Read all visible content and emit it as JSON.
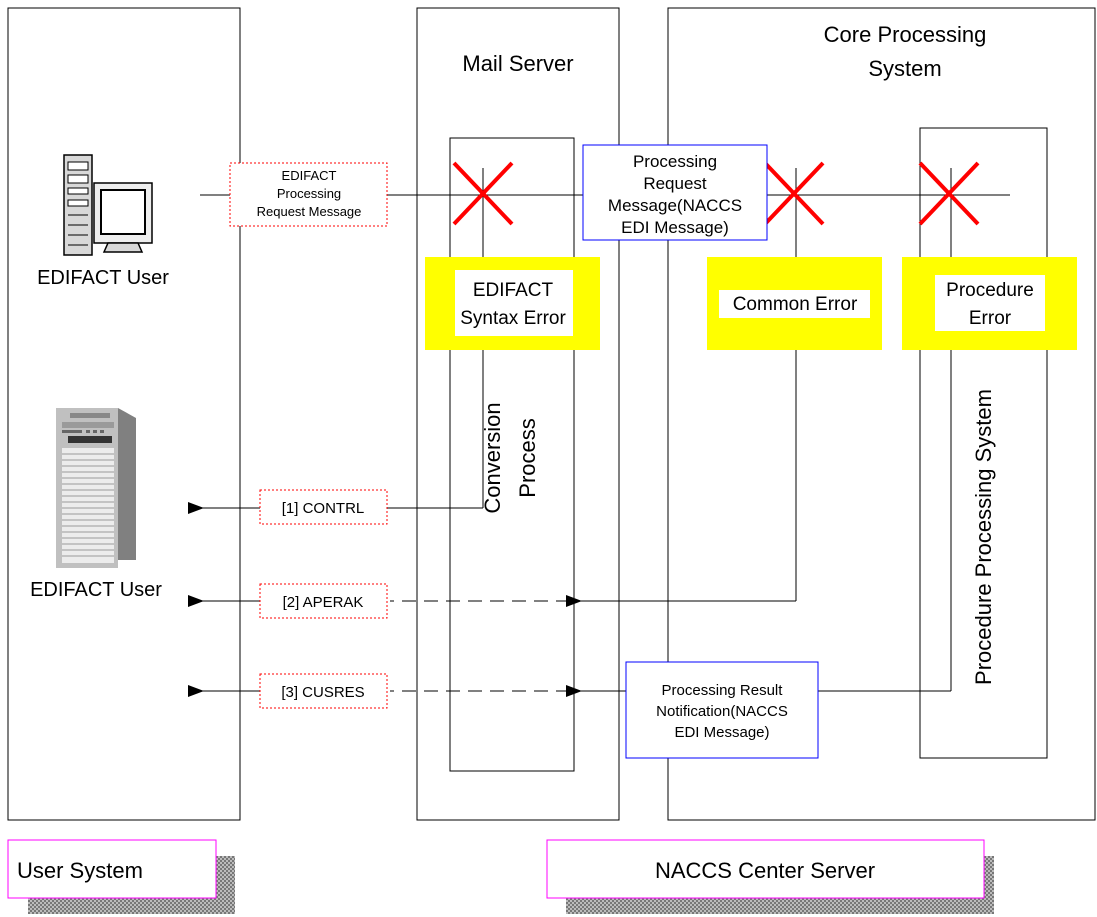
{
  "user_system": {
    "user_top_label": "EDIFACT User",
    "user_bottom_label": "EDIFACT User",
    "footer_label": "User System"
  },
  "mail_server": {
    "title": "Mail Server",
    "process_label_1": "Conversion",
    "process_label_2": "Process",
    "error_label_1": "EDIFACT",
    "error_label_2": "Syntax Error"
  },
  "core_system": {
    "title_1": "Core Processing",
    "title_2": "System",
    "common_error": "Common Error",
    "procedure_error_1": "Procedure",
    "procedure_error_2": "Error",
    "procedure_system": "Procedure Processing System"
  },
  "center": {
    "footer_label": "NACCS Center Server"
  },
  "messages": {
    "request_1": "EDIFACT",
    "request_2": "Processing",
    "request_3": "Request Message",
    "naccs_request_1": "Processing",
    "naccs_request_2": "Request",
    "naccs_request_3": "Message(NACCS",
    "naccs_request_4": "EDI Message)",
    "contrl": "[1] CONTRL",
    "aperak": "[2] APERAK",
    "cusres": "[3] CUSRES",
    "result_1": "Processing Result",
    "result_2": "Notification(NACCS",
    "result_3": "EDI Message)"
  },
  "colors": {
    "error_box": "#ffff00",
    "cross": "#ff0000",
    "dotted_box": "#ff0000",
    "naccs_box": "#0000ff",
    "footer_border": "#ff00ff"
  }
}
